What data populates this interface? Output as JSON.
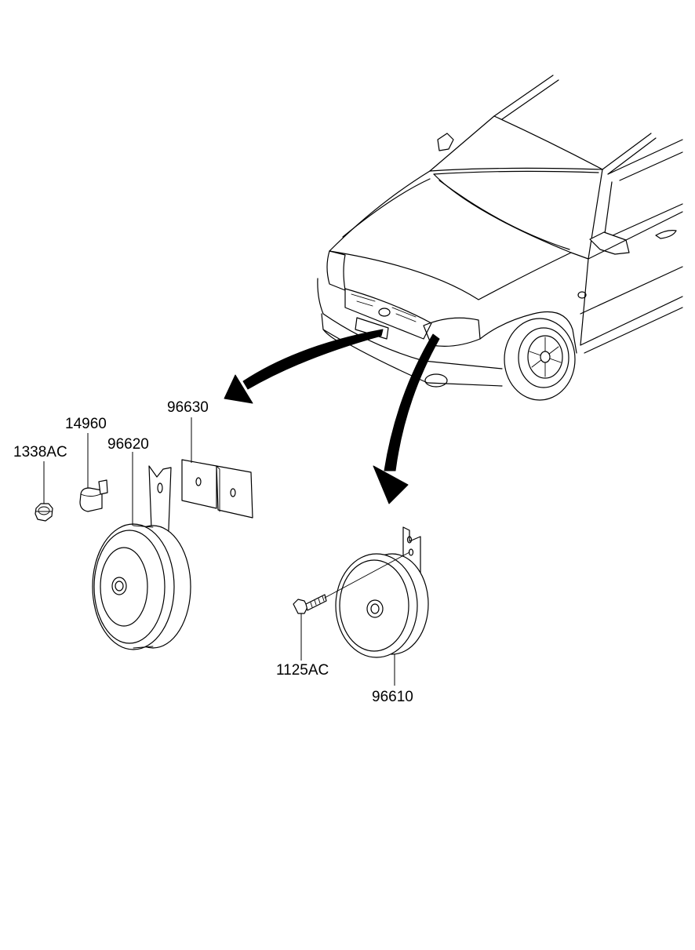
{
  "parts": [
    {
      "id": "nut",
      "number": "1338AC"
    },
    {
      "id": "clip",
      "number": "14960"
    },
    {
      "id": "horn-low-bracketed",
      "number": "96620"
    },
    {
      "id": "bracket",
      "number": "96630"
    },
    {
      "id": "bolt",
      "number": "1125AC"
    },
    {
      "id": "horn-high",
      "number": "96610"
    }
  ],
  "icons": [
    "car-icon",
    "horn-icon",
    "bracket-icon",
    "nut-icon",
    "clip-icon",
    "bolt-icon",
    "arrow-icon"
  ]
}
